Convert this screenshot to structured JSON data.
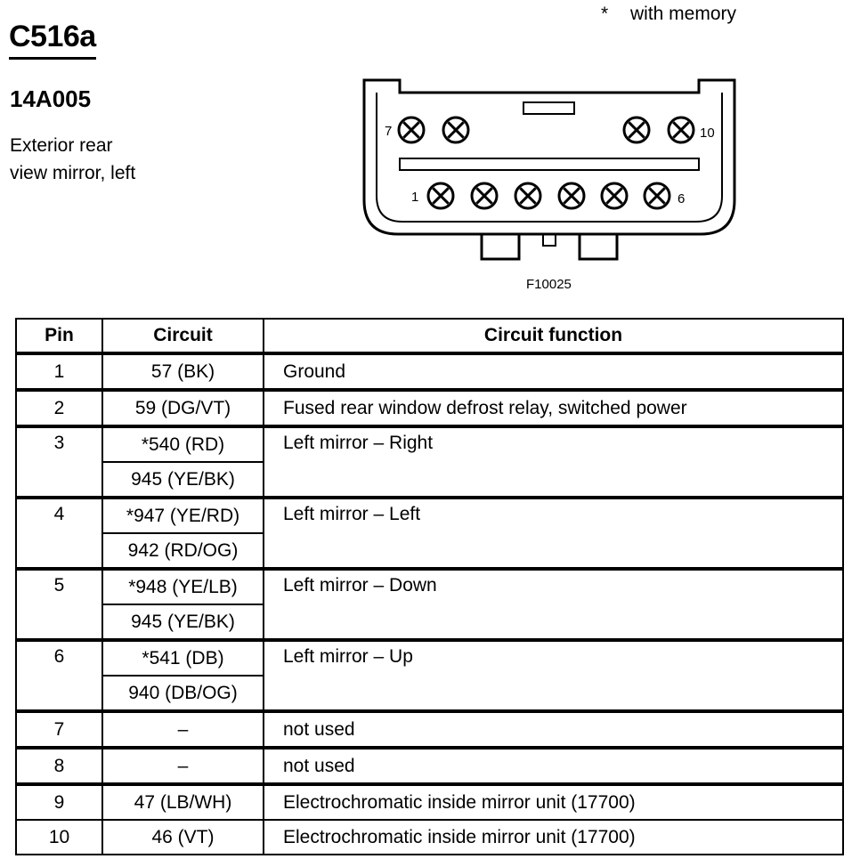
{
  "header": {
    "connector_id": "C516a",
    "part_number": "14A005",
    "description_line1": "Exterior rear",
    "description_line2": "view mirror, left"
  },
  "note": {
    "symbol": "*",
    "text": "with memory"
  },
  "figure": {
    "id": "F10025",
    "pin_labels": {
      "top_left": "7",
      "top_right": "10",
      "bottom_left": "1",
      "bottom_right": "6"
    }
  },
  "table": {
    "headers": [
      "Pin",
      "Circuit",
      "Circuit function"
    ],
    "rows": [
      {
        "pin": "1",
        "circuits": [
          "57 (BK)"
        ],
        "function": "Ground"
      },
      {
        "pin": "2",
        "circuits": [
          "59 (DG/VT)"
        ],
        "function": "Fused rear window defrost relay, switched power"
      },
      {
        "pin": "3",
        "circuits": [
          "*540 (RD)",
          "945 (YE/BK)"
        ],
        "function": "Left mirror – Right"
      },
      {
        "pin": "4",
        "circuits": [
          "*947 (YE/RD)",
          "942 (RD/OG)"
        ],
        "function": "Left mirror – Left"
      },
      {
        "pin": "5",
        "circuits": [
          "*948 (YE/LB)",
          "945 (YE/BK)"
        ],
        "function": "Left mirror – Down"
      },
      {
        "pin": "6",
        "circuits": [
          "*541 (DB)",
          "940 (DB/OG)"
        ],
        "function": "Left mirror – Up"
      },
      {
        "pin": "7",
        "circuits": [
          "–"
        ],
        "function": "not used"
      },
      {
        "pin": "8",
        "circuits": [
          "–"
        ],
        "function": "not used"
      },
      {
        "pin": "9",
        "circuits": [
          "47 (LB/WH)"
        ],
        "function": "Electrochromatic inside mirror unit (17700)"
      },
      {
        "pin": "10",
        "circuits": [
          "46 (VT)"
        ],
        "function": "Electrochromatic inside mirror unit (17700)"
      }
    ]
  }
}
